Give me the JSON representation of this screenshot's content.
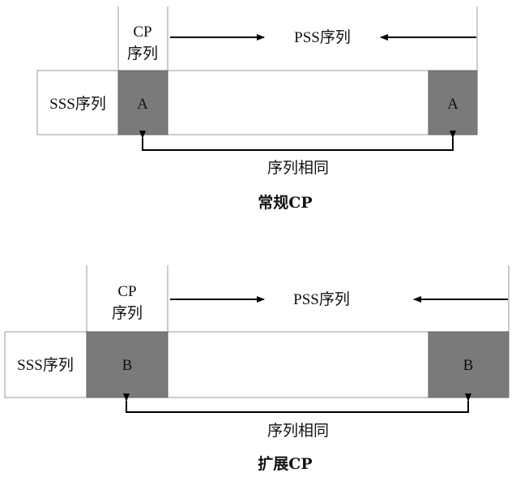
{
  "normal": {
    "cp_label_line1": "CP",
    "cp_label_line2": "序列",
    "pss_label": "PSS序列",
    "sss_label": "SSS序列",
    "block_left": "A",
    "block_right": "A",
    "same_label": "序列相同",
    "caption": "常规CP"
  },
  "extended": {
    "cp_label_line1": "CP",
    "cp_label_line2": "序列",
    "pss_label": "PSS序列",
    "sss_label": "SSS序列",
    "block_left": "B",
    "block_right": "B",
    "same_label": "序列相同",
    "caption": "扩展CP"
  },
  "colors": {
    "cp_fill": "#7a7a7a",
    "border": "#999999",
    "line": "#000000"
  }
}
